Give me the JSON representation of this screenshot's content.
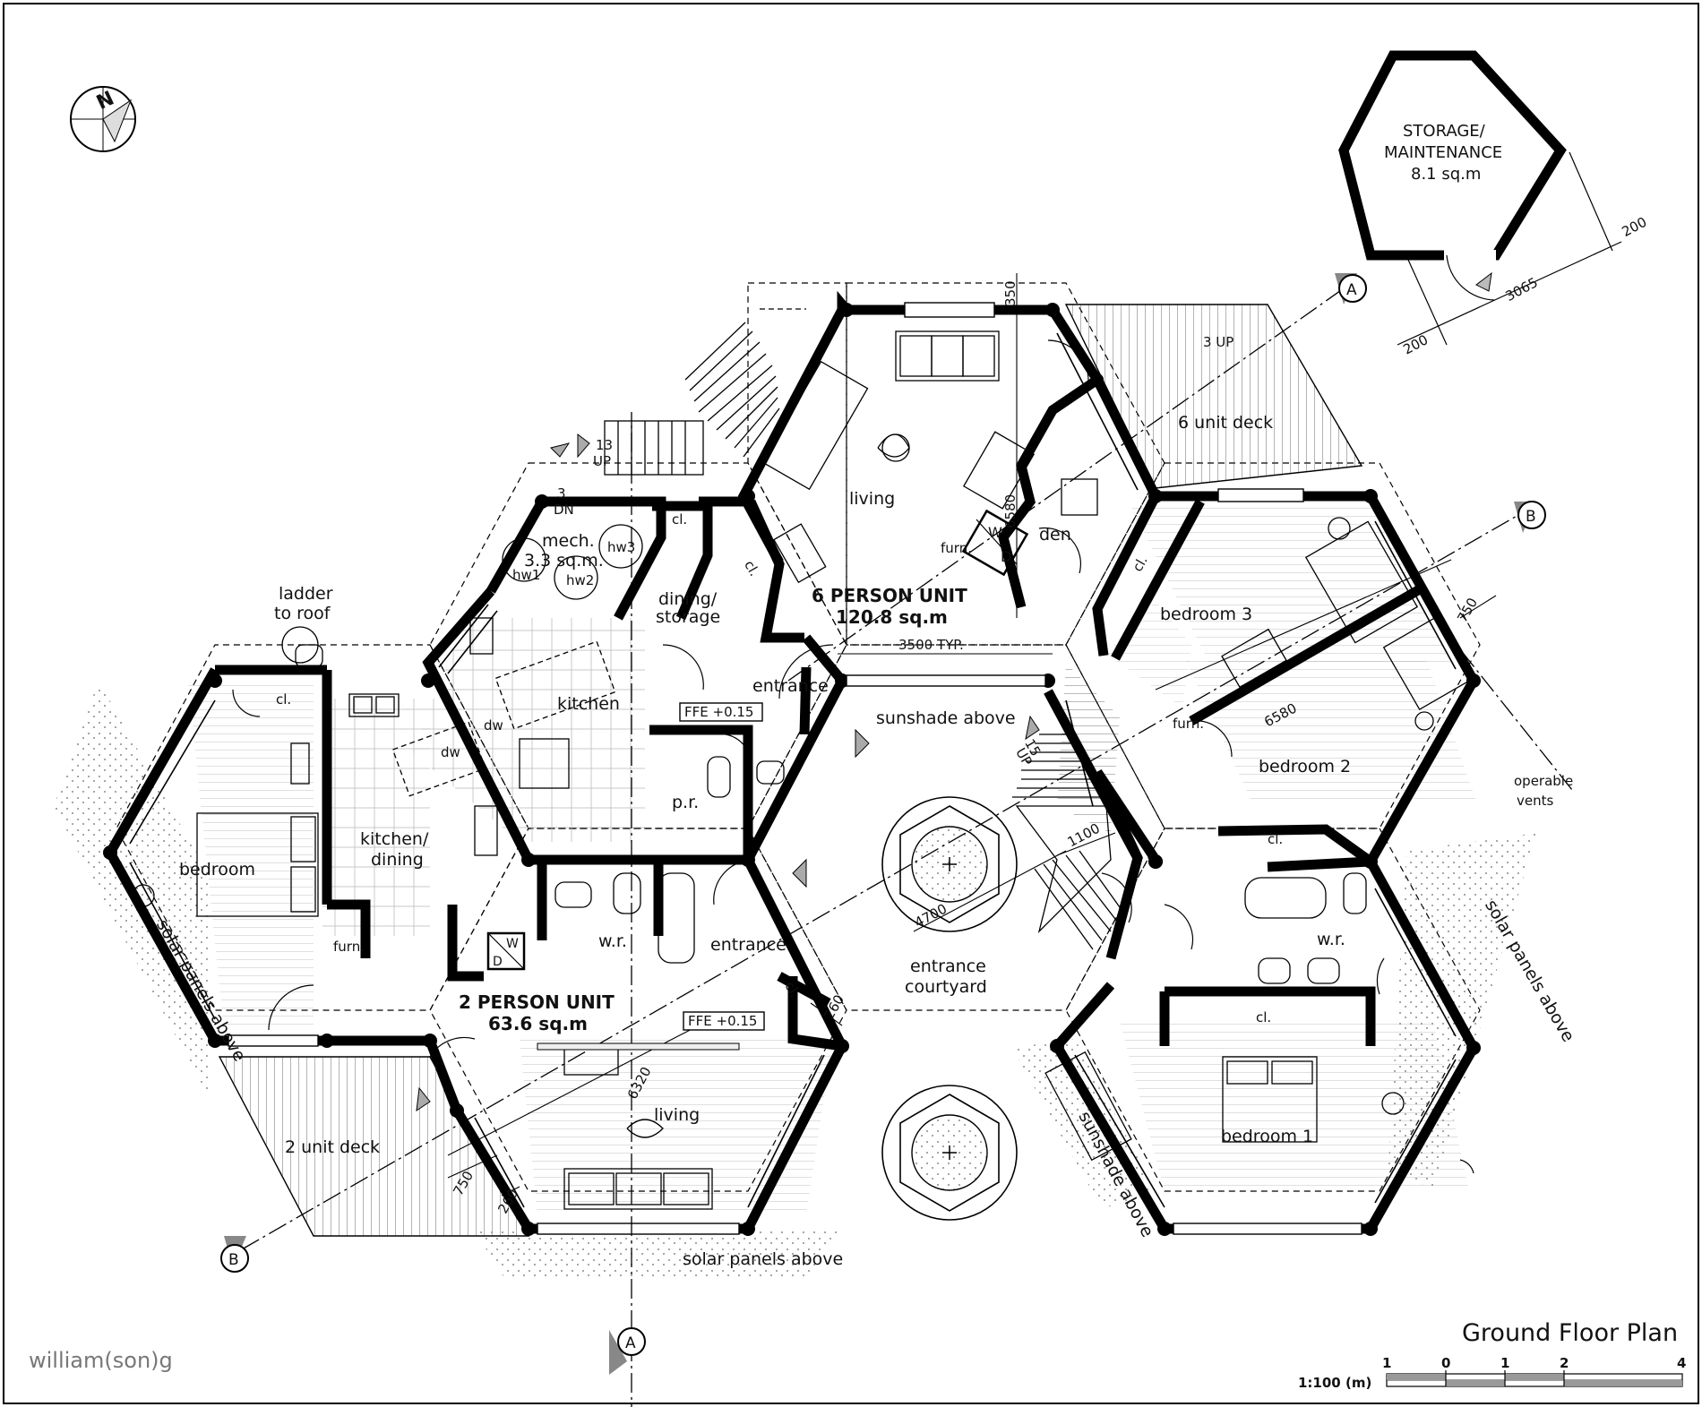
{
  "title": "Ground Floor Plan",
  "scale": {
    "label": "1:100 (m)",
    "ticks": [
      "1",
      "0",
      "1",
      "2",
      "4"
    ]
  },
  "watermark": "william(son)g",
  "north": "N",
  "storage": {
    "name": "STORAGE/",
    "name2": "MAINTENANCE",
    "area": "8.1 sq.m",
    "dims": [
      "200",
      "3065",
      "200"
    ]
  },
  "units": [
    {
      "name": "6 PERSON UNIT",
      "area": "120.8 sq.m"
    },
    {
      "name": "2 PERSON UNIT",
      "area": "63.6 sq.m"
    }
  ],
  "rooms": {
    "living_a": "living",
    "den": "den",
    "deck6": "6 unit deck",
    "bedroom3": "bedroom  3",
    "bedroom2": "bedroom  2",
    "bedroom1": "bedroom  1",
    "kitchen": "kitchen",
    "dining_storage_1": "dining/",
    "dining_storage_2": "storage",
    "mech_1": "mech.",
    "mech_2": "3.3  sq.m.",
    "pr": "p.r.",
    "wr_a": "w.r.",
    "wr_b": "w.r.",
    "bedroom": "bedroom",
    "kitchen_dining_1": "kitchen/",
    "kitchen_dining_2": "dining",
    "living_b": "living",
    "deck2": "2 unit deck",
    "courtyard_1": "entrance",
    "courtyard_2": "courtyard",
    "entrance_a": "entrance",
    "entrance_b": "entrance",
    "ladder_1": "ladder",
    "ladder_2": "to roof",
    "furn_a": "furn.",
    "furn_b": "furn.",
    "furn_c": "furn.",
    "cl_1": "cl.",
    "cl_2": "cl.",
    "cl_3": "cl.",
    "cl_4": "cl.",
    "cl_5": "cl.",
    "cl_6": "cl.",
    "cl_7": "cl.",
    "hw1": "hw1",
    "hw2": "hw2",
    "hw3": "hw3",
    "dw1": "dw",
    "dw2": "dw"
  },
  "notes": {
    "sunshade_top": "sunshade above",
    "sunshade_right": "sunshade above",
    "solar_bottom": "solar panels above",
    "solar_left": "solar panels above",
    "solar_right": "solar panels above",
    "vents_1": "operable",
    "vents_2": "vents",
    "ffe_a": "FFE +0.15",
    "ffe_b": "FFE +0.15",
    "stair_13": "13",
    "stair_up": "UP",
    "stair_3": "3",
    "stair_dn": "DN",
    "stair_15": "15",
    "stair_15up": "UP",
    "deck_up": "3  UP"
  },
  "dims": {
    "d350": "350",
    "d6580a": "6580",
    "d3500": "3500  TYP.",
    "d6580b": "6580",
    "d750a": "750",
    "d1100": "1100",
    "d4700": "4700",
    "d260a": "260",
    "d6320": "6320",
    "d750b": "750",
    "d260b": "260"
  },
  "sections": {
    "a": "A",
    "b": "B"
  },
  "wd": {
    "w": "W",
    "d": "D"
  }
}
